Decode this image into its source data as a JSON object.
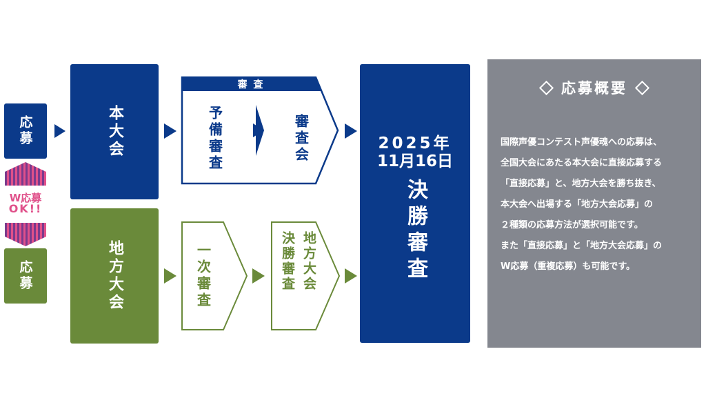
{
  "left": {
    "top_apply": "応募",
    "bottom_apply": "応募",
    "badge_line1": "W応募",
    "badge_line2": "OK!!"
  },
  "main_round": {
    "label": "本大会"
  },
  "regional_round": {
    "label": "地方大会"
  },
  "screening_group": {
    "header": "審 査",
    "step1": "予備審査",
    "step2": "審査会"
  },
  "regional_steps": {
    "step1": "一次審査",
    "step2_col1": "地方大会",
    "step2_col2": "決勝審査"
  },
  "final": {
    "date_line1": "2025年",
    "date_line2": "11月16日",
    "label": "決勝審査"
  },
  "summary": {
    "title": "応募概要",
    "lines": [
      "国際声優コンテスト声優魂への応募は、",
      "全国大会にあたる本大会に直接応募する",
      "「直接応募」と、地方大会を勝ち抜き、",
      "本大会へ出場する「地方大会応募」の",
      "２種類の応募方法が選択可能です。",
      "また「直接応募」と「地方大会応募」の",
      "W応募（重複応募）も可能です。"
    ]
  },
  "colors": {
    "navy": "#0b3a8a",
    "green": "#6a8a3a",
    "badge_purple": "#7a3a8c",
    "badge_pink": "#e0508a",
    "summary_bg": "#84878f"
  }
}
